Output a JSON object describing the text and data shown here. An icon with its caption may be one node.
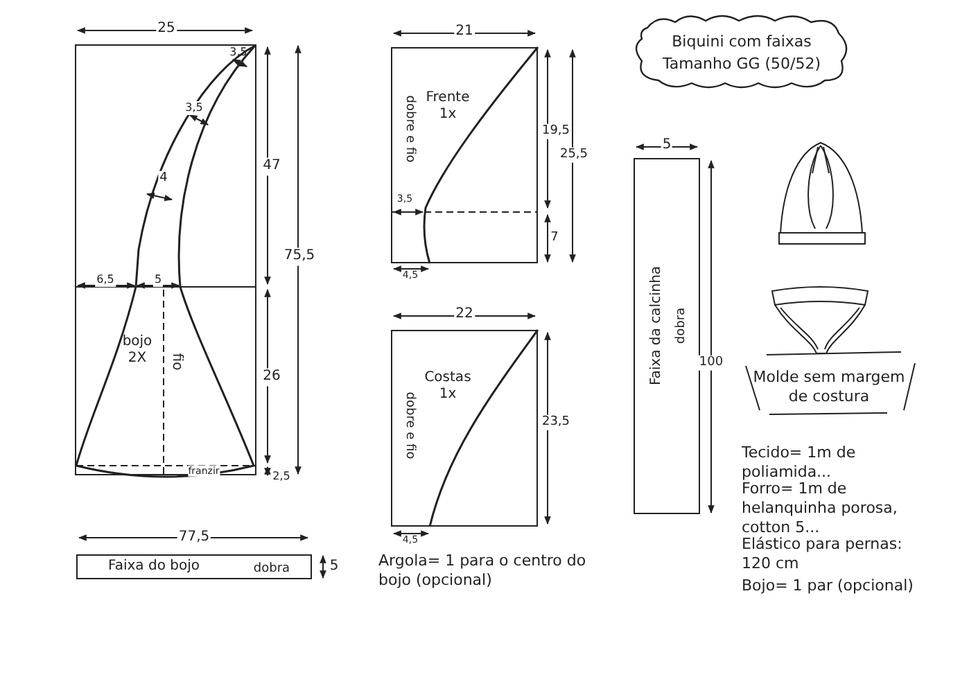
{
  "diagram": {
    "nodes": [
      {
        "text": [
          "Biquini com faixas",
          "Tamanho GG (50/52)"
        ]
      },
      {
        "text": [
          "bojo 2X",
          "fio",
          "franzir"
        ]
      },
      {
        "text": [
          "Frente 1x",
          "dobre e fio"
        ]
      },
      {
        "text": [
          "Costas 1x",
          "dobre e fio"
        ]
      },
      {
        "text": [
          "Faixa da calcinha",
          "dobra"
        ]
      },
      {
        "text": [
          "Faixa do bojo",
          "dobra"
        ]
      }
    ],
    "labels": [
      "25",
      "3,5",
      "3,5",
      "4",
      "47",
      "75,5",
      "6,5",
      "5",
      "26",
      "2,5",
      "21",
      "19,5",
      "25,5",
      "3,5",
      "7",
      "4,5",
      "22",
      "23,5",
      "4,5",
      "5",
      "100",
      "Molde sem margem de costura",
      "Tecido= 1m de poliamida...",
      "Forro= 1m de helanquinha porosa, cotton 5...",
      "Elástico para pernas: 120 cm",
      "Bojo= 1 par (opcional)",
      "77,5",
      "5",
      "Argola= 1 para o centro do bojo (opcional)"
    ]
  }
}
